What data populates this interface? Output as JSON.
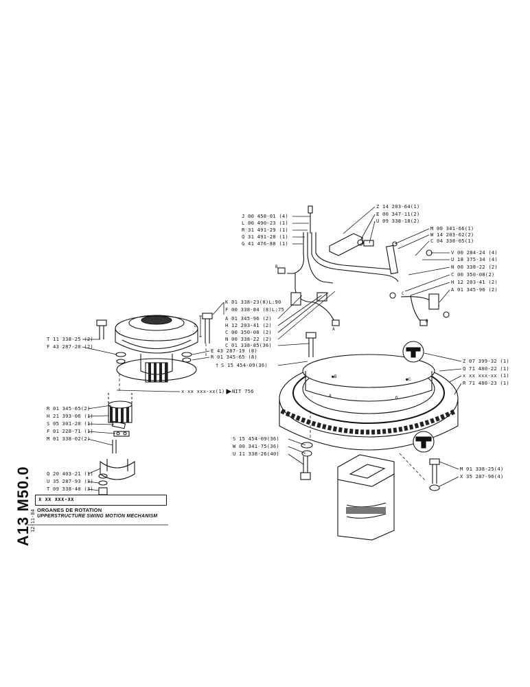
{
  "document": {
    "code": "A13 M50.0",
    "date": "12-11-84",
    "reference_code": "x xx xxx-xx",
    "title_fr": "ORGANES DE ROTATION",
    "title_en": "UPPERSTRUCTURE SWING MOTION MECHANISM"
  },
  "callouts": {
    "upper_group": [
      "J 00 458-01 (4)",
      "L 00 490-23 (1)",
      "R 31 491-29 (1)",
      "Q 31 491-28 (1)",
      "G 41 476-88 (1)"
    ],
    "upper_right": [
      "Z 14 203-64(1)",
      "E 00 347-11(2)",
      "U 09 338-18(2)",
      "M 00 341-66(1)",
      "W 14 203-62(2)",
      "C 04 338-05(1)",
      "V 00 284-24 (4)",
      "U 18 375-34 (4)",
      "N 00 338-22 (2)",
      "C 00 350-08(2)",
      "H 12 203-41 (2)",
      "A 01 345-96 (2)"
    ],
    "center_group": [
      "K 01 338-23(8)L:90",
      "F 00 338-84 (8)L:75",
      "A 01 345-96 (2)",
      "H 12 203-41 (2)",
      "C 00 350-08 (2)",
      "N 00 338-22 (2)",
      "C 01 338-85(36)",
      "E 43 287-19 (8)",
      "R 01 345-65 (8)",
      "S 15 454-09(36)"
    ],
    "left_top": [
      "T 11 338-25 (2)",
      "F 43 287-20 (2)"
    ],
    "ref_note": "x xx xxx-xx(1)",
    "nit_note": "NIT 756",
    "left_bottom": [
      "R 01 345-65(2)",
      "H 21 393-06 (1)",
      "S 05 301-20 (1)",
      "F 01 228-71 (1)",
      "M 01 338-02(2)",
      "Q 20 403-21 (1)",
      "U 35 287-93 (3)",
      "T 09 338-40 (3)"
    ],
    "ring_right": [
      "Z 07 399-32 (1)",
      "Q 71 480-22 (1)",
      "x xx xxx-xx (1)",
      "R 71 480-23 (1)"
    ],
    "ring_bottom": [
      "S 15 454-09(36)",
      "W 00 341-75(36)",
      "U 11 338-26(40)"
    ],
    "bottom_right": [
      "M 01 338-25(4)",
      "X 35 287-96(4)"
    ]
  },
  "tags": {
    "A": "A",
    "B": "B",
    "C": "C",
    "D": "D",
    "L": "L",
    "ring_A": "A",
    "ring_B": "●B",
    "ring_C": "●C",
    "ring_D": "D",
    "dagger": "†"
  }
}
